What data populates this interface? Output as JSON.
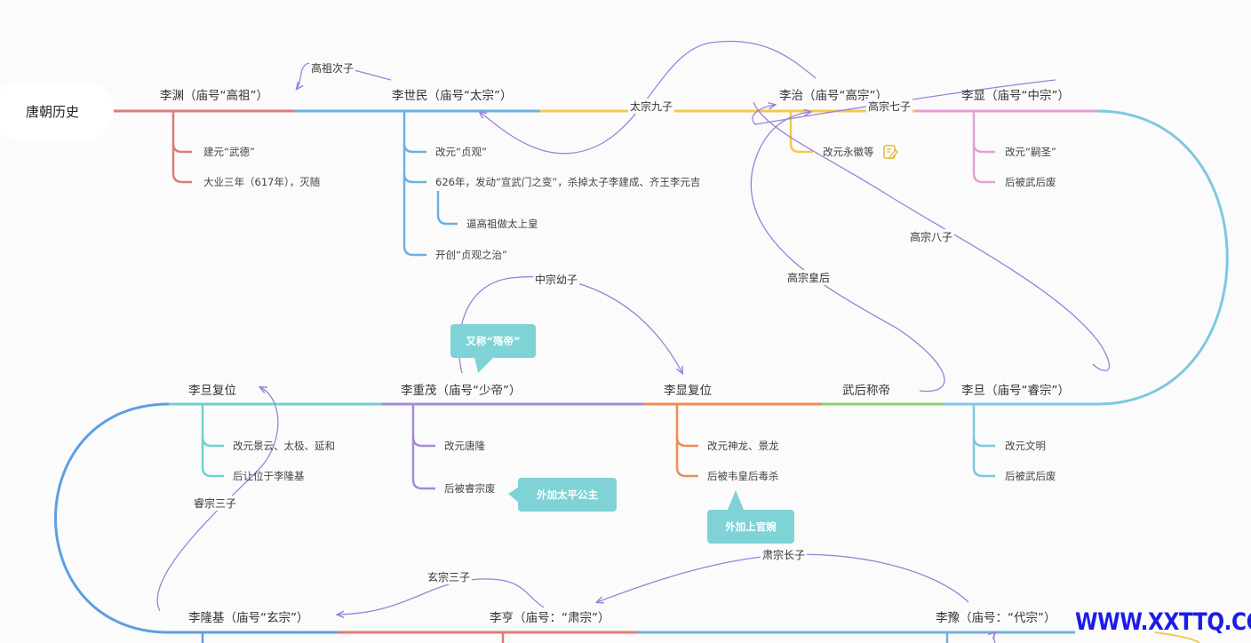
{
  "root": {
    "label": "唐朝历史"
  },
  "emperors": [
    {
      "id": "li-yuan",
      "label": "李渊（庙号“高祖”）",
      "color": "#e07b72",
      "items": [
        "建元“武德”",
        "大业三年（617年），灭随"
      ]
    },
    {
      "id": "li-shimin",
      "label": "李世民（庙号“太宗”）",
      "color": "#6cb1e0",
      "items": [
        "改元“贞观”",
        "626年，发动“宣武门之变”，杀掉太子李建成、齐王李元吉",
        "逼高祖做太上皇",
        "开创“贞观之治”"
      ]
    },
    {
      "id": "li-zhi",
      "label": "李治（庙号“高宗”）",
      "color": "#f3c94e",
      "items": [
        "改元永徽等"
      ]
    },
    {
      "id": "li-xian",
      "label": "李显（庙号“中宗”）",
      "color": "#e5a0d6",
      "items": [
        "改元“嗣圣”",
        "后被武后废"
      ]
    },
    {
      "id": "li-dan",
      "label": "李旦（庙号“睿宗”）",
      "color": "#7ec8e0",
      "items": [
        "改元文明",
        "后被武后废"
      ]
    },
    {
      "id": "wu-hou",
      "label": "武后称帝",
      "color": "#8ccf6e",
      "items": []
    },
    {
      "id": "li-xian-restored",
      "label": "李显复位",
      "color": "#ee8c55",
      "items": [
        "改元神龙、景龙",
        "后被韦皇后毒杀"
      ]
    },
    {
      "id": "li-chongmao",
      "label": "李重茂（庙号“少帝”）",
      "color": "#a58ad8",
      "items": [
        "改元唐隆",
        "后被睿宗废"
      ]
    },
    {
      "id": "li-dan-restored",
      "label": "李旦复位",
      "color": "#72cfcf",
      "items": [
        "改元景云、太极、延和",
        "后让位于李隆基"
      ]
    },
    {
      "id": "li-longji",
      "label": "李隆基（庙号“玄宗”）",
      "color": "#e07b72",
      "items": []
    },
    {
      "id": "li-heng",
      "label": "李亨（庙号：“肃宗”）",
      "color": "#6cb1e0",
      "items": []
    },
    {
      "id": "li-yu",
      "label": "李豫（庙号：“代宗”）",
      "color": "#6cb1e0",
      "items": []
    }
  ],
  "relations": [
    "高祖次子",
    "太宗九子",
    "高宗七子",
    "高宗八子",
    "高宗皇后",
    "中宗幼子",
    "睿宗三子",
    "玄宗三子",
    "肃宗长子"
  ],
  "callouts": [
    "又称“殇帝”",
    "外加太平公主",
    "外加上官婉"
  ],
  "watermark": "WWW.XXTTQ.COM",
  "colors": {
    "relation_line": "#9b82d6",
    "callout_bg": "#7fd3d6",
    "flow_blue": "#5d9fe0",
    "flow_cyan": "#7ec8e0",
    "watermark": "#1c1ce8"
  }
}
